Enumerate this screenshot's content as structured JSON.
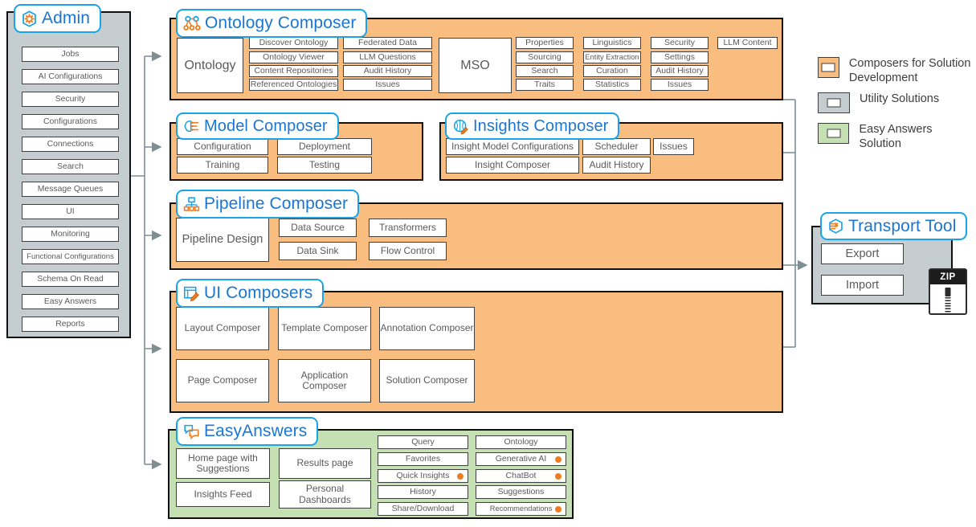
{
  "admin": {
    "title": "Admin",
    "icon": "gear-icon",
    "items": [
      {
        "label": "Jobs"
      },
      {
        "label": "AI Configurations"
      },
      {
        "label": "Security"
      },
      {
        "label": "Configurations"
      },
      {
        "label": "Connections"
      },
      {
        "label": "Search"
      },
      {
        "label": "Message Queues"
      },
      {
        "label": "UI"
      },
      {
        "label": "Monitoring"
      },
      {
        "label": "Functional Configurations"
      },
      {
        "label": "Schema On Read"
      },
      {
        "label": "Easy Answers"
      },
      {
        "label": "Reports"
      }
    ]
  },
  "ontology_composer": {
    "title": "Ontology Composer",
    "icon": "ontology-graph-icon",
    "big_tiles": [
      {
        "label": "Ontology"
      },
      {
        "label": "MSO"
      }
    ],
    "ontology_tiles": [
      "Discover Ontology",
      "Federated Data",
      "Ontology Viewer",
      "LLM Questions",
      "Content Repositories",
      "Audit History",
      "Referenced Ontologies",
      "Issues"
    ],
    "mso_tiles": [
      "Properties",
      "Linguistics",
      "Security",
      "LLM Content",
      "Sourcing",
      "Entity Extraction",
      "Settings",
      "Search",
      "Curation",
      "Audit History",
      "Traits",
      "Statistics",
      "Issues"
    ]
  },
  "model_composer": {
    "title": "Model Composer",
    "icon": "model-brain-icon",
    "tiles": [
      "Configuration",
      "Deployment",
      "Training",
      "Testing"
    ]
  },
  "insights_composer": {
    "title": "Insights Composer",
    "icon": "insights-brain-pencil-icon",
    "tiles": [
      "Insight Model Configurations",
      "Scheduler",
      "Issues",
      "Insight Composer",
      "Audit History"
    ]
  },
  "pipeline_composer": {
    "title": "Pipeline Composer",
    "icon": "pipeline-hierarchy-icon",
    "big_tile": "Pipeline Design",
    "tiles": [
      "Data Source",
      "Transformers",
      "Data Sink",
      "Flow Control"
    ]
  },
  "ui_composers": {
    "title": "UI Composers",
    "icon": "ui-edit-icon",
    "tiles": [
      "Layout Composer",
      "Template Composer",
      "Annotation Composer",
      "Page Composer",
      "Application Composer",
      "Solution Composer"
    ]
  },
  "easy_answers": {
    "title": "EasyAnswers",
    "icon": "chat-bubbles-icon",
    "left_tiles": [
      "Home page with Suggestions",
      "Results page",
      "Insights Feed",
      "Personal Dashboards"
    ],
    "right_tiles": [
      {
        "label": "Query",
        "dot": false
      },
      {
        "label": "Ontology",
        "dot": false
      },
      {
        "label": "Favorites",
        "dot": false
      },
      {
        "label": "Generative AI",
        "dot": true
      },
      {
        "label": "Quick Insights",
        "dot": true
      },
      {
        "label": "ChatBot",
        "dot": true
      },
      {
        "label": "History",
        "dot": false
      },
      {
        "label": "Suggestions",
        "dot": false
      },
      {
        "label": "Share/Download",
        "dot": false
      },
      {
        "label": "Recommendations",
        "dot": true
      }
    ]
  },
  "transport_tool": {
    "title": "Transport Tool",
    "icon": "transport-arrow-icon",
    "tiles": [
      "Export",
      "Import"
    ],
    "zip_label": "ZIP"
  },
  "legend": {
    "items": [
      {
        "label": "Composers for Solution Development",
        "color": "#f9be7f"
      },
      {
        "label": "Utility Solutions",
        "color": "#c6cdd1"
      },
      {
        "label": "Easy Answers Solution",
        "color": "#c5e0b3"
      }
    ]
  }
}
